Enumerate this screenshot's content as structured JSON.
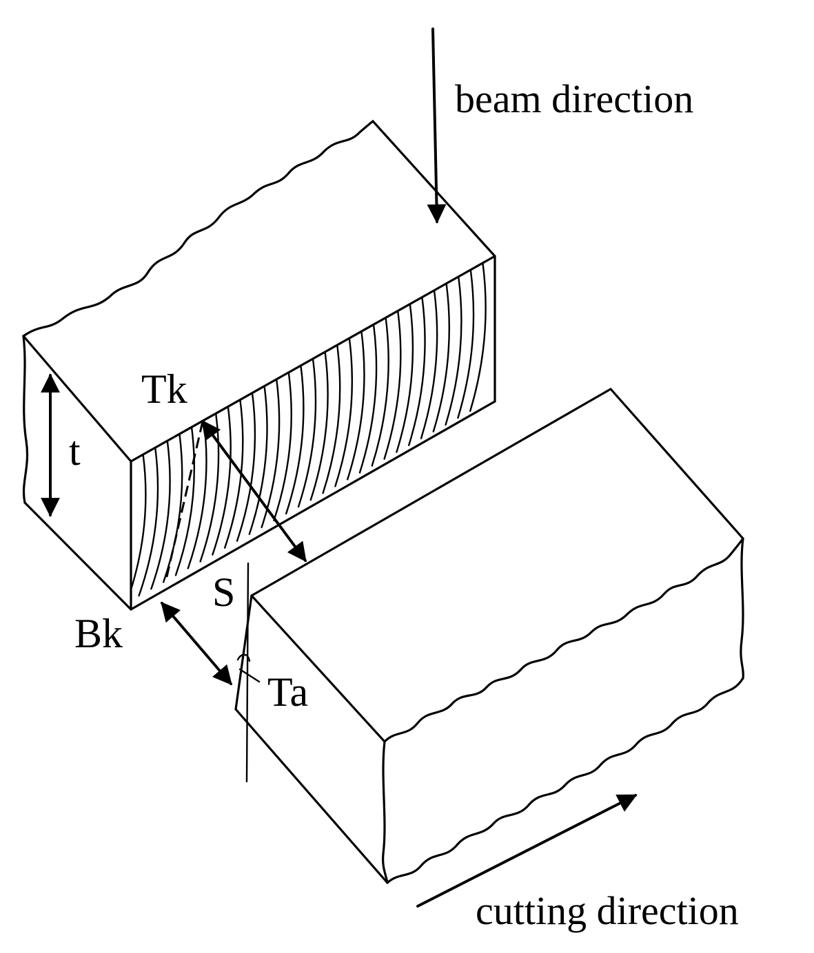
{
  "labels": {
    "beam_direction": "beam direction",
    "cutting_direction": "cutting direction",
    "thickness": "t",
    "kerf_top_width": "Tk",
    "kerf_bottom_width": "Bk",
    "taper_angle": "Ta",
    "striation": "S"
  },
  "colors": {
    "stroke": "#000000",
    "background": "#ffffff"
  }
}
